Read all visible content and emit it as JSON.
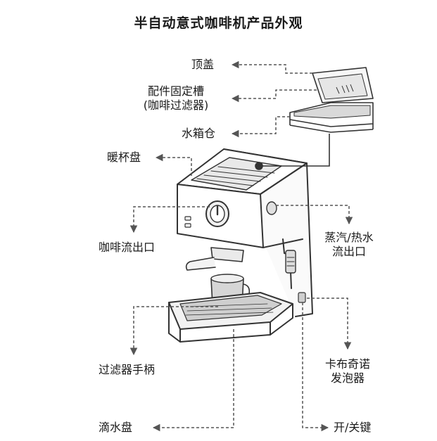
{
  "title": "半自动意式咖啡机产品外观",
  "labels": {
    "top_cover": "顶盖",
    "accessory_slot_line1": "配件固定槽",
    "accessory_slot_line2": "(咖啡过滤器)",
    "water_tank": "水箱仓",
    "cup_warmer": "暖杯盘",
    "coffee_outlet": "咖啡流出口",
    "steam_outlet_line1": "蒸汽/热水",
    "steam_outlet_line2": "流出口",
    "filter_handle": "过滤器手柄",
    "cappuccino_line1": "卡布奇诺",
    "cappuccino_line2": "发泡器",
    "drip_tray": "滴水盘",
    "power_switch": "开/关键"
  }
}
